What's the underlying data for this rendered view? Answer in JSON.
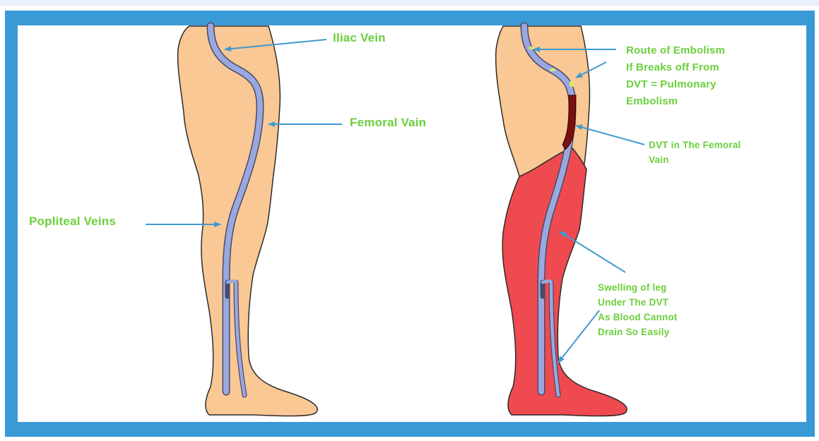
{
  "colors": {
    "frame": "#3a9ad6",
    "background": "#ffffff",
    "skin": "#f9c894",
    "skin_outline": "#2b2b2b",
    "swollen": "#ef4a4f",
    "vein": "#9aa8e0",
    "vein_outline": "#4a4a6a",
    "clot": "#7a0f12",
    "arrow": "#3f9ad0",
    "label": "#6bcf3c"
  },
  "labels": {
    "iliac_vein": "Iliac Vein",
    "femoral_vain": "Femoral Vain",
    "popliteal_veins": "Popliteal Veins",
    "route_of_embolism": [
      "Route of Embolism",
      "If Breaks off From",
      "DVT = Pulmonary",
      "Embolism"
    ],
    "dvt_femoral": [
      "DVT in The Femoral",
      "Vain"
    ],
    "swelling": [
      "Swelling of leg",
      "Under The DVT",
      "As Blood Cannot",
      "Drain So Easily"
    ]
  }
}
